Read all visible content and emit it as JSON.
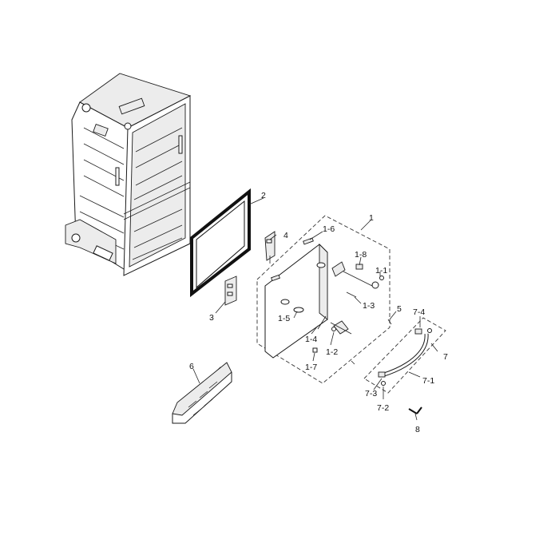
{
  "diagram": {
    "callouts": {
      "c1": "1",
      "c1_1": "1-1",
      "c1_2": "1-2",
      "c1_3": "1-3",
      "c1_4": "1-4",
      "c1_5": "1-5",
      "c1_6": "1-6",
      "c1_7": "1-7",
      "c1_8": "1-8",
      "c2": "2",
      "c3": "3",
      "c4": "4",
      "c5": "5",
      "c6": "6",
      "c7": "7",
      "c7_1": "7-1",
      "c7_2": "7-2",
      "c7_3": "7-3",
      "c7_4": "7-4",
      "c8": "8"
    }
  }
}
